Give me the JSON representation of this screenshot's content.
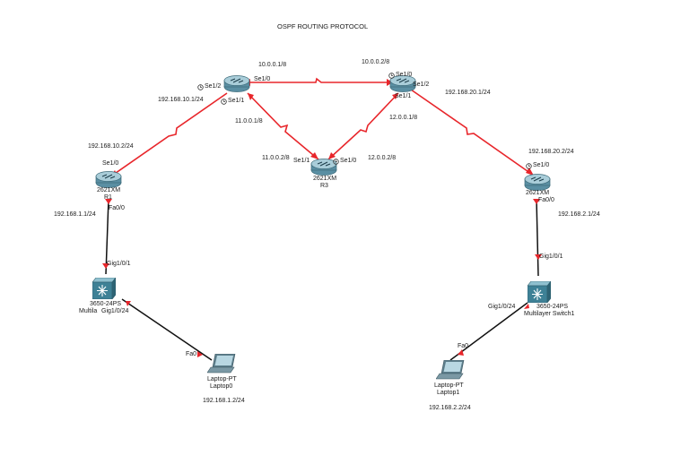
{
  "title": "OSPF ROUTING PROTOCOL",
  "colors": {
    "serial_link": "#e8262b",
    "ethernet_link": "#111111",
    "port_marker": "#e8262b",
    "router_body": "#5a8fa3",
    "switch_body": "#3e8196",
    "laptop_body": "#5e7f8c"
  },
  "icons": [
    "router-icon",
    "multilayer-switch-icon",
    "laptop-icon",
    "clock-icon"
  ],
  "devices": {
    "router_top_left": {
      "name": ""
    },
    "router_top_right": {
      "name": ""
    },
    "router_r3": {
      "model": "2621XM",
      "name": "R3"
    },
    "router_left": {
      "model": "2621XM",
      "name": "R1"
    },
    "router_right": {
      "model": "2621XM",
      "name": ""
    },
    "switch_left": {
      "model": "3650-24PS",
      "name": "Multila"
    },
    "switch_right": {
      "model": "3650-24PS",
      "name": "Multilayer Switch1"
    },
    "laptop0": {
      "model": "Laptop-PT",
      "name": "Laptop0",
      "ip": "192.168.1.2/24"
    },
    "laptop1": {
      "model": "Laptop-PT",
      "name": "Laptop1",
      "ip": "192.168.2.2/24"
    }
  },
  "interfaces": {
    "tl_se12": "Se1/2",
    "tl_se10": "Se1/0",
    "tl_se11": "Se1/1",
    "tr_se10": "Se1/0",
    "tr_se12": "Se1/2",
    "tr_se11": "Se1/1",
    "r3_se11": "Se1/1",
    "r3_se10": "Se1/0",
    "left_se10": "Se1/0",
    "left_fa00": "Fa0/0",
    "right_se10": "Se1/0",
    "right_fa00": "Fa0/0",
    "swl_gig101": "Gig1/0/1",
    "swl_gig1024": "Gig1/0/24",
    "swr_gig101": "Gig1/0/1",
    "swr_gig1024": "Gig1/0/24",
    "lap0_fa0": "Fa0",
    "lap1_fa0": "Fa0"
  },
  "addresses": {
    "a_10_0_0_1": "10.0.0.1/8",
    "a_10_0_0_2": "10.0.0.2/8",
    "a_192_168_10_1": "192.168.10.1/24",
    "a_192_168_20_1": "192.168.20.1/24",
    "a_11_0_0_1": "11.0.0.1/8",
    "a_12_0_0_1": "12.0.0.1/8",
    "a_11_0_0_2": "11.0.0.2/8",
    "a_12_0_0_2": "12.0.0.2/8",
    "a_192_168_10_2": "192.168.10.2/24",
    "a_192_168_20_2": "192.168.20.2/24",
    "a_192_168_1_1": "192.168.1.1/24",
    "a_192_168_2_1": "192.168.2.1/24"
  }
}
